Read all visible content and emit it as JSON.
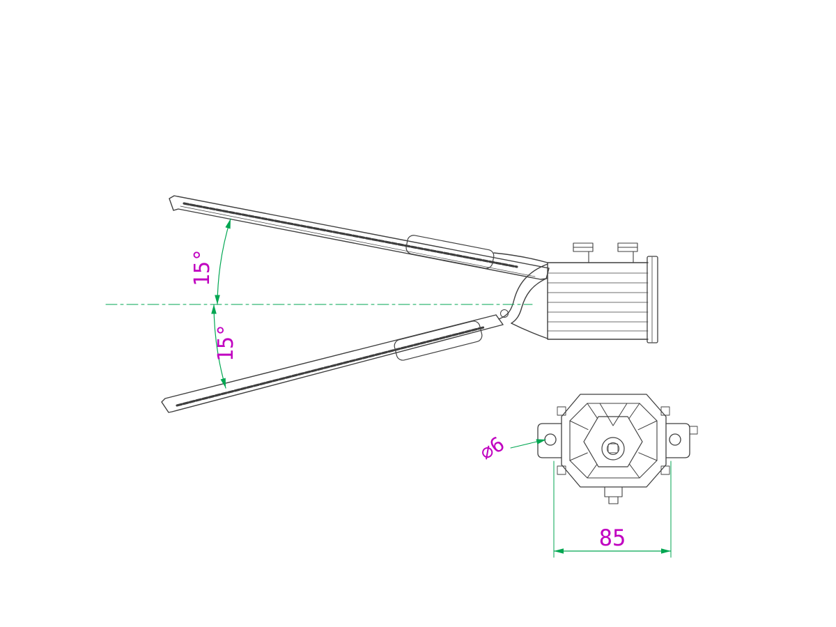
{
  "colors": {
    "line": "#3e3e3e",
    "dimension": "#00a651",
    "label": "#c000c0",
    "background": "#ffffff"
  },
  "annotations": {
    "upper_angle": "15°",
    "lower_angle": "15°",
    "hole_diameter": "⌀6",
    "mount_width": "85"
  }
}
